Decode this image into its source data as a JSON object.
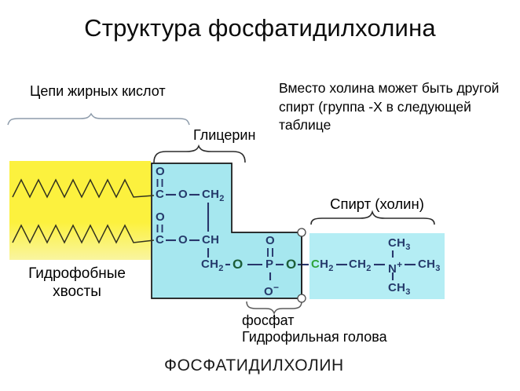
{
  "title": "Структура фосфатидилхолина",
  "note": {
    "lines": [
      "Вместо холина может быть другой",
      "спирт (группа -X в следующей",
      "таблице"
    ]
  },
  "labels": {
    "fatty_chains": "Цепи жирных кислот",
    "glycerin": "Глицерин",
    "hydrophobic_line1": "Гидрофобные",
    "hydrophobic_line2": "хвосты",
    "alcohol_choline": "Спирт (холин)",
    "phosphate": "фосфат",
    "hydrophilic_head": "Гидрофильная голова",
    "compound_name": "ФОСФАТИДИЛХОЛИН"
  },
  "formula": {
    "O": "O",
    "C": "C",
    "H": "H",
    "P": "P",
    "N": "N",
    "CH": "CH",
    "sub2": "2",
    "sub3": "3",
    "plus": "+",
    "minus": "−"
  },
  "colors": {
    "fatty_fill_top": "#fcf13e",
    "fatty_fill_bottom": "#f9f5a0",
    "glycerol_fill": "#a6e7ef",
    "choline_fill": "#b4edf4",
    "formula_ink": "#253a6b",
    "oxygen_green": "#1b5e38",
    "carbon_green": "#2fa43c",
    "outline": "#161616"
  }
}
